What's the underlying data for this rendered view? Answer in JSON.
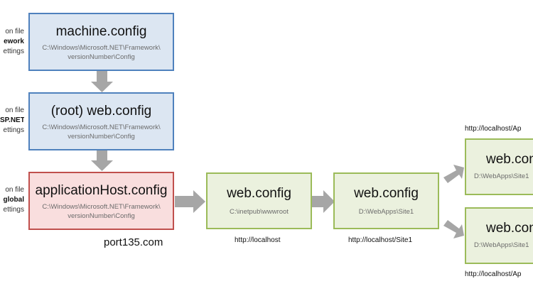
{
  "side_labels": [
    {
      "line1": "on file",
      "line2": "ework",
      "line3": "ettings"
    },
    {
      "line1": "on file",
      "line2": "SP.NET",
      "line3": "ettings"
    },
    {
      "line1": "on file",
      "line2": "global",
      "line3": "ettings"
    }
  ],
  "boxes": {
    "machine": {
      "title": "machine.config",
      "path1": "C:\\Windows\\Microsoft.NET\\Framework\\",
      "path2": "versionNumber\\Config"
    },
    "root": {
      "title": "(root) web.config",
      "path1": "C:\\Windows\\Microsoft.NET\\Framework\\",
      "path2": "versionNumber\\Config"
    },
    "apphost": {
      "title": "applicationHost.config",
      "path1": "C:\\Windows\\Microsoft.NET\\Framework\\",
      "path2": "versionNumber\\Config"
    },
    "wwwroot": {
      "title": "web.config",
      "path": "C:\\inetpub\\wwwroot"
    },
    "site1": {
      "title": "web.config",
      "path": "D:\\WebApps\\Site1"
    },
    "app_top": {
      "title": "web.con",
      "path": "D:\\WebApps\\Site1"
    },
    "app_bottom": {
      "title": "web.con",
      "path": "D:\\WebApps\\Site1"
    }
  },
  "urls": {
    "localhost": "http://localhost",
    "site1": "http://localhost/Site1",
    "app_top": "http://localhost/Ap",
    "app_bottom": "http://localhost/Ap"
  },
  "watermark": "port135.com",
  "colors": {
    "blue_fill": "#dce6f2",
    "blue_border": "#4f81bd",
    "red_fill": "#f9dede",
    "red_border": "#c0504d",
    "green_fill": "#ebf1de",
    "green_border": "#9bbb59",
    "arrow": "#a6a6a6"
  }
}
